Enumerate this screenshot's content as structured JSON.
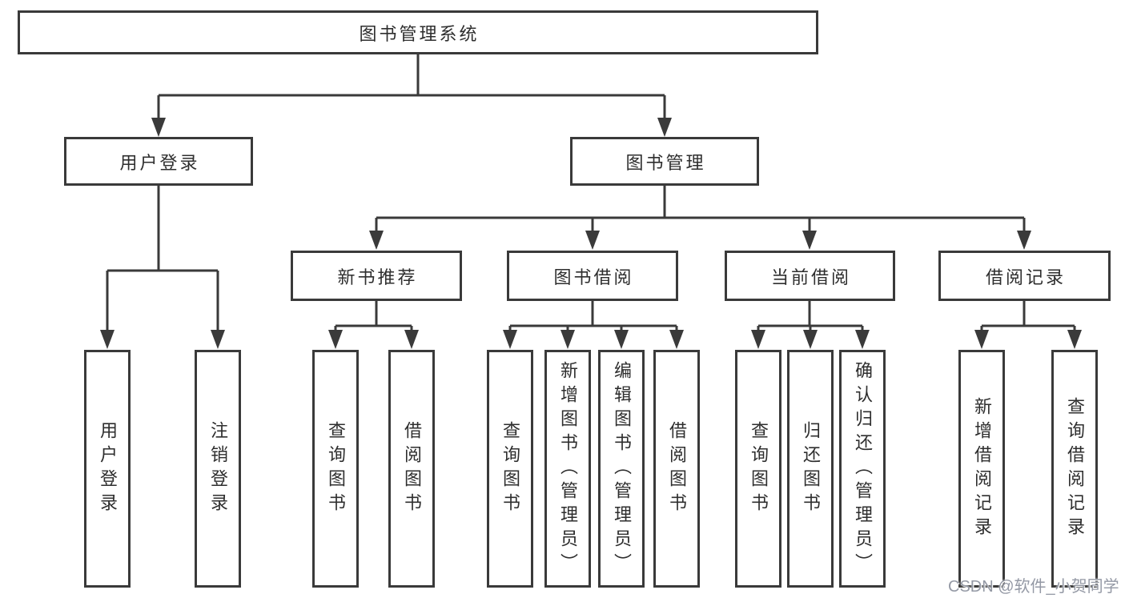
{
  "diagram": {
    "title": "图书管理系统",
    "root": {
      "label": "图书管理系统",
      "children": [
        {
          "label": "用户登录",
          "children": [
            {
              "label": "用户登录"
            },
            {
              "label": "注销登录"
            }
          ]
        },
        {
          "label": "图书管理",
          "children": [
            {
              "label": "新书推荐",
              "children": [
                {
                  "label": "查询图书"
                },
                {
                  "label": "借阅图书"
                }
              ]
            },
            {
              "label": "图书借阅",
              "children": [
                {
                  "label": "查询图书"
                },
                {
                  "label": "新增图书（管理员）"
                },
                {
                  "label": "编辑图书（管理员）"
                },
                {
                  "label": "借阅图书"
                }
              ]
            },
            {
              "label": "当前借阅",
              "children": [
                {
                  "label": "查询图书"
                },
                {
                  "label": "归还图书"
                },
                {
                  "label": "确认归还（管理员）"
                }
              ]
            },
            {
              "label": "借阅记录",
              "children": [
                {
                  "label": "新增借阅记录"
                },
                {
                  "label": "查询借阅记录"
                }
              ]
            }
          ]
        }
      ]
    }
  },
  "watermark": {
    "text": "CSDN @软件_小贺同学"
  },
  "colors": {
    "line": "#3a3a3a",
    "text": "#2e2e2e",
    "background": "#ffffff",
    "watermark": "#8e94a0"
  }
}
